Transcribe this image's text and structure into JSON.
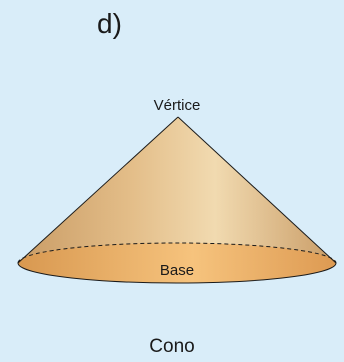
{
  "item_label": "d)",
  "diagram": {
    "vertex_label": "Vértice",
    "base_label": "Base",
    "shape_name": "Cono"
  },
  "colors": {
    "background": "#d9edf9",
    "cone_light": "#f1dab0",
    "cone_mid": "#e6c38f",
    "cone_dark": "#c99c66",
    "base_light": "#f6c37d",
    "base_dark": "#dd9a52",
    "outline": "#1a1a1a"
  }
}
